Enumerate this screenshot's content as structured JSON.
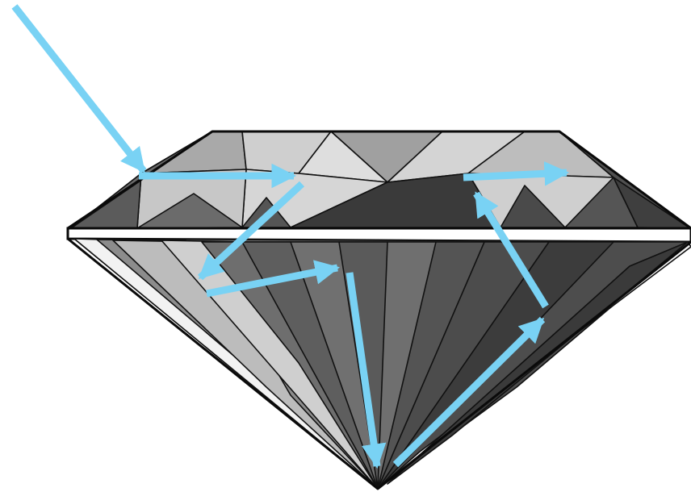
{
  "diagram": {
    "subject": "diamond",
    "colors": {
      "ray": "#79d2f4",
      "outline": "#0a0a0a",
      "girdle_band": "#ffffff",
      "background": "#ffffff"
    },
    "ray_path": [
      {
        "id": "incoming-light-ray",
        "role": "incident light entering crown"
      },
      {
        "id": "crown-ray-right",
        "role": "refracted ray inside crown"
      },
      {
        "id": "crown-ray-down-left",
        "role": "ray heading to pavilion"
      },
      {
        "id": "pavilion-ray-right",
        "role": "reflection off left pavilion facet"
      },
      {
        "id": "pavilion-ray-down",
        "role": "ray heading to culet"
      },
      {
        "id": "pavilion-ray-up-right",
        "role": "reflection off culet region"
      },
      {
        "id": "crown-ray-up-left",
        "role": "ray rising toward table"
      },
      {
        "id": "exit-ray-right",
        "role": "light leaving through crown"
      }
    ]
  }
}
